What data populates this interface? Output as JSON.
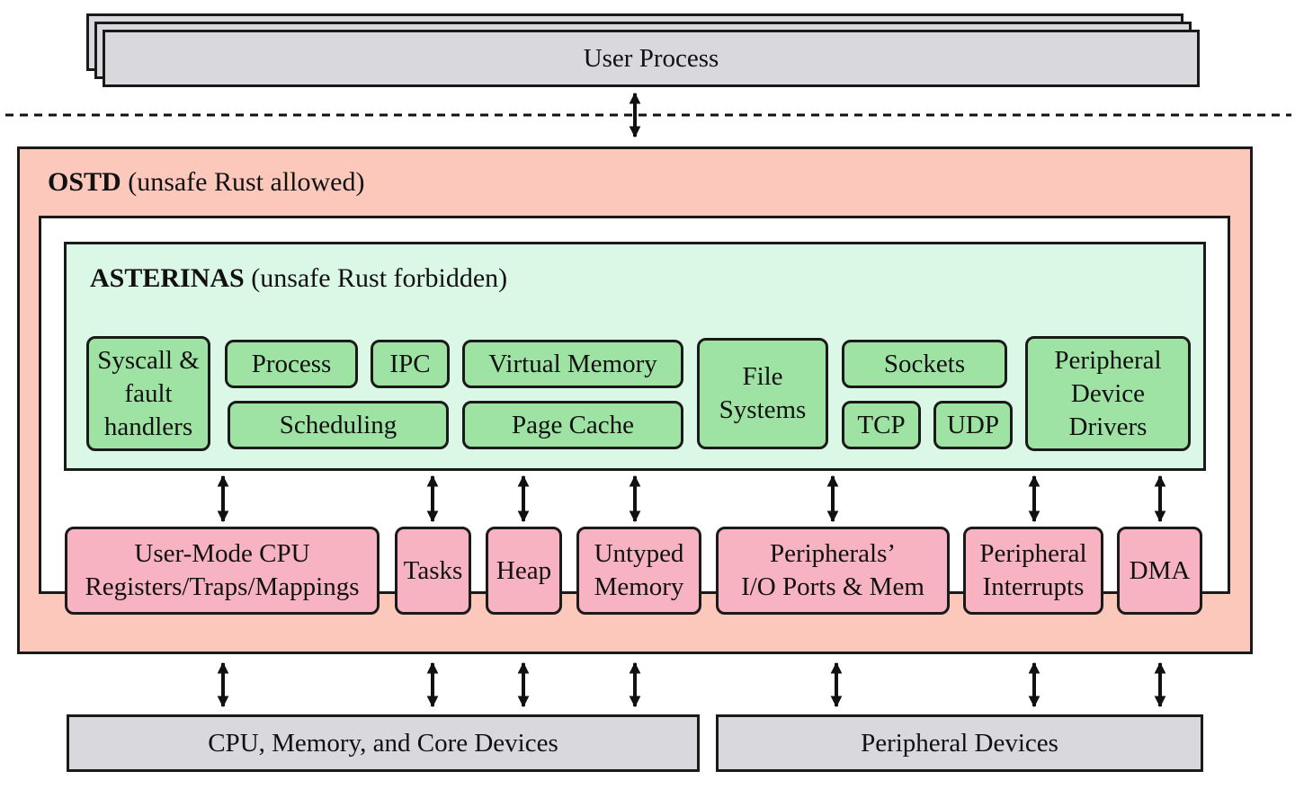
{
  "user_process": {
    "label": "User Process"
  },
  "ostd": {
    "name": "OSTD",
    "note": "(unsafe Rust allowed)"
  },
  "asterinas": {
    "name": "ASTERINAS",
    "note": "(unsafe Rust forbidden)"
  },
  "components": {
    "syscall": "Syscall &\nfault\nhandlers",
    "process": "Process",
    "ipc": "IPC",
    "virtual_memory": "Virtual Memory",
    "scheduling": "Scheduling",
    "page_cache": "Page Cache",
    "file_systems": "File\nSystems",
    "sockets": "Sockets",
    "tcp": "TCP",
    "udp": "UDP",
    "peripheral_drivers": "Peripheral\nDevice\nDrivers"
  },
  "ostd_modules": {
    "user_mode_cpu": "User-Mode CPU\nRegisters/Traps/Mappings",
    "tasks": "Tasks",
    "heap": "Heap",
    "untyped_memory": "Untyped\nMemory",
    "peripherals_io": "Peripherals’\nI/O Ports & Mem",
    "peripheral_interrupts": "Peripheral\nInterrupts",
    "dma": "DMA"
  },
  "hardware": {
    "cpu_memory_core": "CPU, Memory, and Core Devices",
    "peripheral_devices": "Peripheral Devices"
  },
  "colors": {
    "ostd_bg": "#fcc8bb",
    "asterinas_bg": "#dbf7e6",
    "component_green": "#9fe3a4",
    "module_pink": "#f7b3c2",
    "hardware_gray": "#d9d9dd"
  }
}
